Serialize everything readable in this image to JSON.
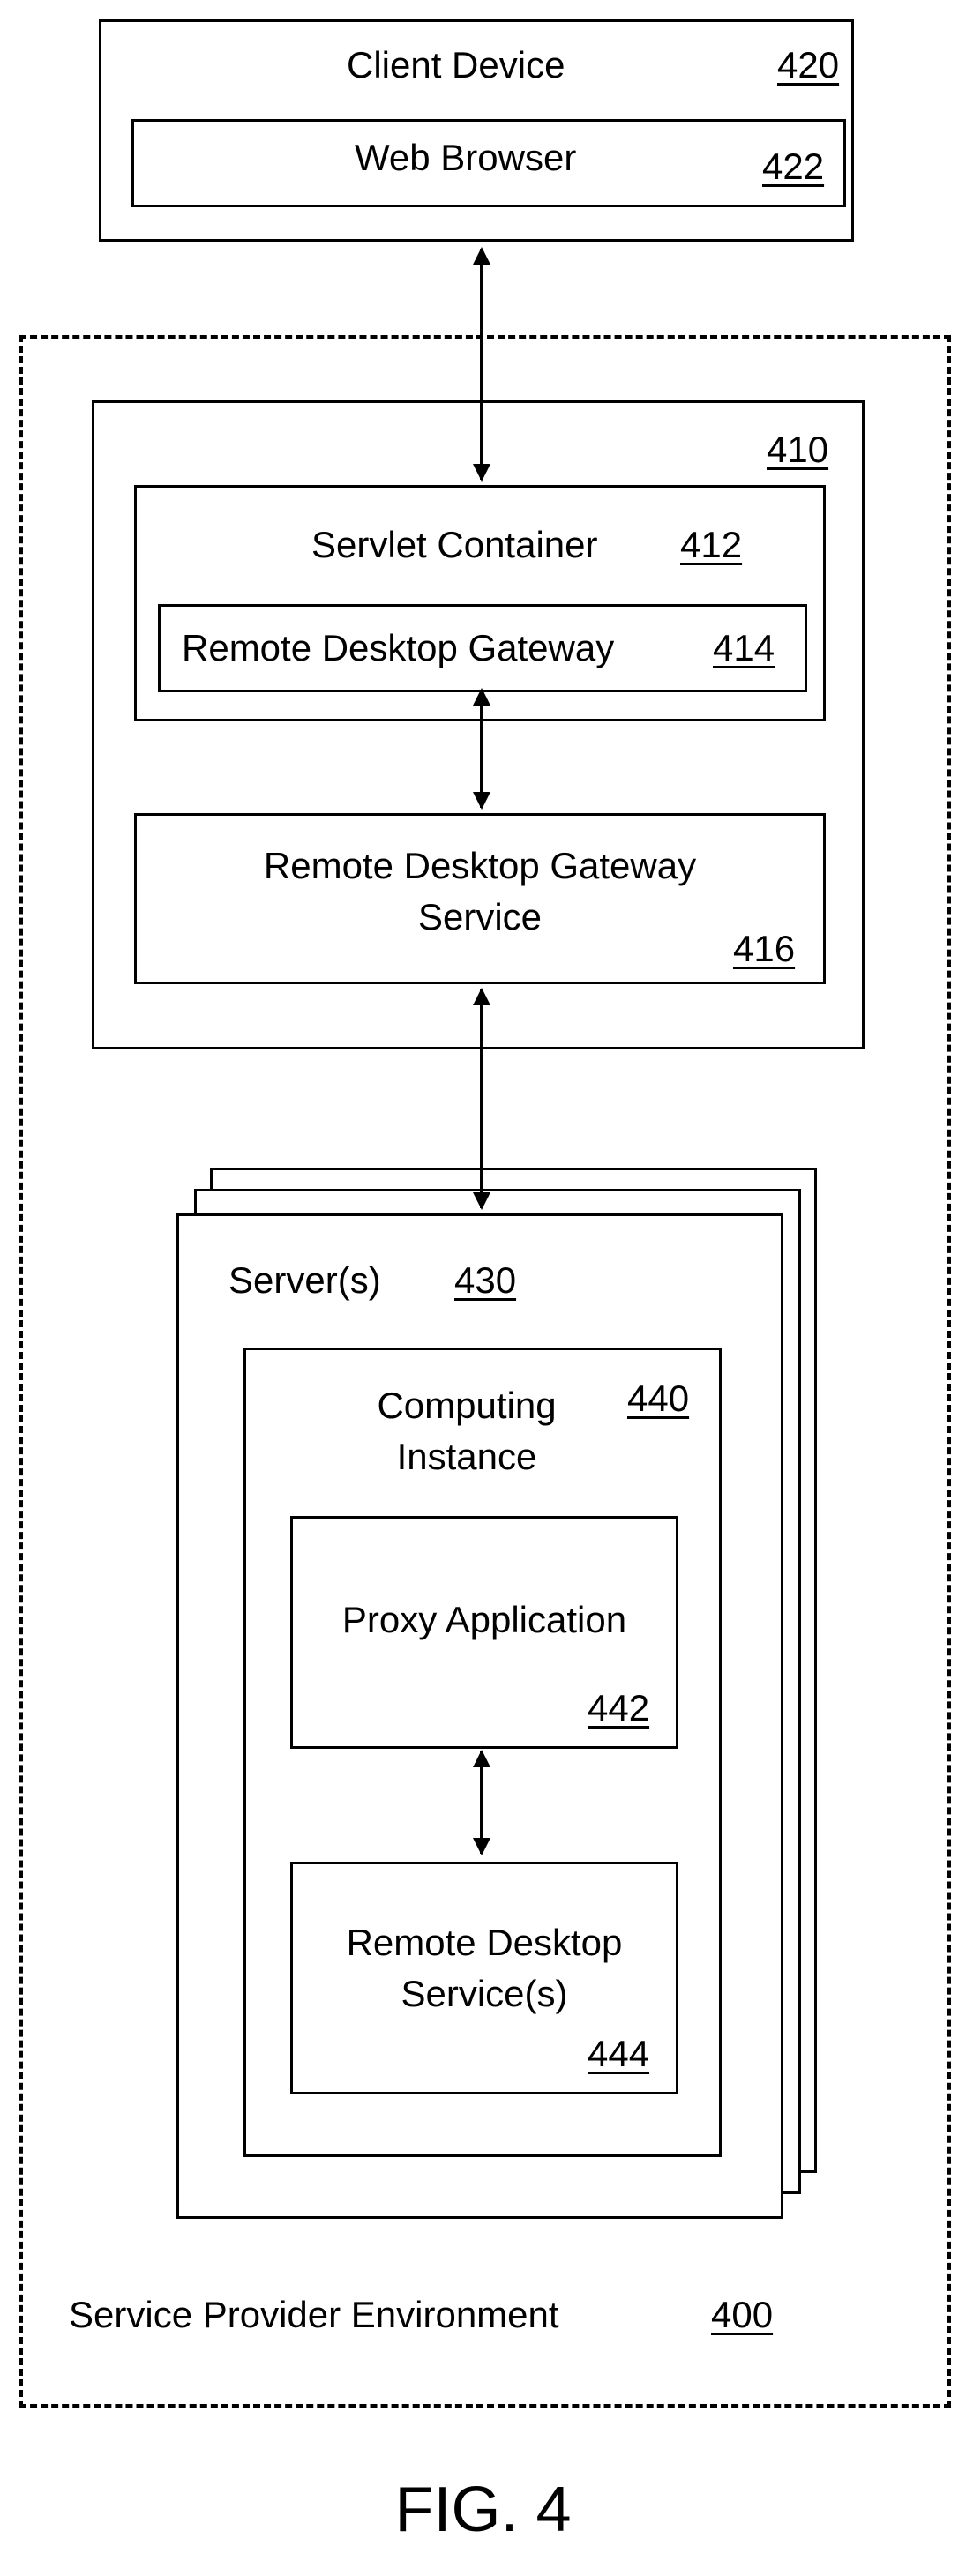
{
  "client_device": {
    "label": "Client Device",
    "ref": "420",
    "web_browser": {
      "label": "Web Browser",
      "ref": "422"
    }
  },
  "service_provider": {
    "label": "Service Provider Environment",
    "ref": "400",
    "host": {
      "ref": "410"
    },
    "servlet_container": {
      "label": "Servlet Container",
      "ref": "412",
      "gateway": {
        "label": "Remote Desktop Gateway",
        "ref": "414"
      }
    },
    "gateway_service": {
      "label_line1": "Remote Desktop Gateway",
      "label_line2": "Service",
      "ref": "416"
    },
    "servers": {
      "label": "Server(s)",
      "ref": "430",
      "computing_instance": {
        "label_line1": "Computing",
        "label_line2": "Instance",
        "ref": "440",
        "proxy_application": {
          "label": "Proxy Application",
          "ref": "442"
        },
        "remote_desktop_services": {
          "label_line1": "Remote Desktop",
          "label_line2": "Service(s)",
          "ref": "444"
        }
      }
    }
  },
  "figure": {
    "caption": "FIG. 4"
  }
}
